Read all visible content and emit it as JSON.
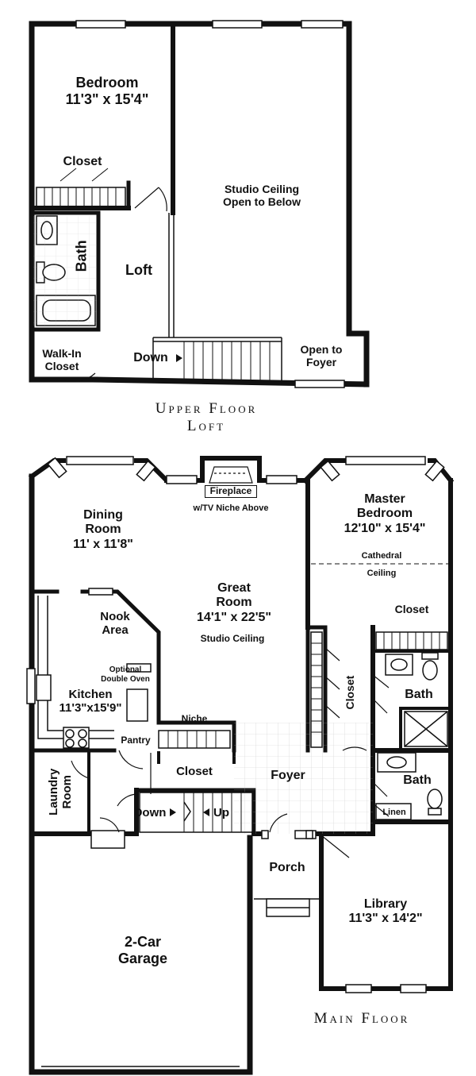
{
  "titles": {
    "upper_line1": "Upper Floor",
    "upper_line2": "Loft",
    "main": "Main Floor"
  },
  "upper": {
    "bedroom": "Bedroom",
    "bedroom_size": "11'3\" x 15'4\"",
    "closet": "Closet",
    "bath": "Bath",
    "loft": "Loft",
    "studio_line1": "Studio Ceiling",
    "studio_line2": "Open to Below",
    "walkin_line1": "Walk-In",
    "walkin_line2": "Closet",
    "down": "Down",
    "open_line1": "Open to",
    "open_line2": "Foyer"
  },
  "main": {
    "fireplace": "Fireplace",
    "tv_niche": "w/TV Niche Above",
    "dining_line1": "Dining",
    "dining_line2": "Room",
    "dining_size": "11' x 11'8\"",
    "great_line1": "Great",
    "great_line2": "Room",
    "great_size": "14'1\" x 22'5\"",
    "studio_ceiling": "Studio Ceiling",
    "master_line1": "Master",
    "master_line2": "Bedroom",
    "master_size": "12'10\" x 15'4\"",
    "cathedral_line1": "Cathedral",
    "cathedral_line2": "Ceiling",
    "master_closet": "Closet",
    "closet_vertical": "Closet",
    "nook_line1": "Nook",
    "nook_line2": "Area",
    "optional_line1": "Optional",
    "optional_line2": "Double Oven",
    "kitchen": "Kitchen",
    "kitchen_size": "11'3\"x15'9\"",
    "pantry": "Pantry",
    "niche": "Niche",
    "bath1": "Bath",
    "bath2": "Bath",
    "linen": "Linen",
    "laundry_line1": "Laundry",
    "laundry_line2": "Room",
    "foyer_closet": "Closet",
    "foyer": "Foyer",
    "down": "Down",
    "up": "Up",
    "porch": "Porch",
    "library": "Library",
    "library_size": "11'3\" x 14'2\"",
    "garage_line1": "2-Car",
    "garage_line2": "Garage"
  },
  "colors": {
    "wall": "#111111",
    "floor_line": "#444444",
    "paper": "#ffffff"
  }
}
